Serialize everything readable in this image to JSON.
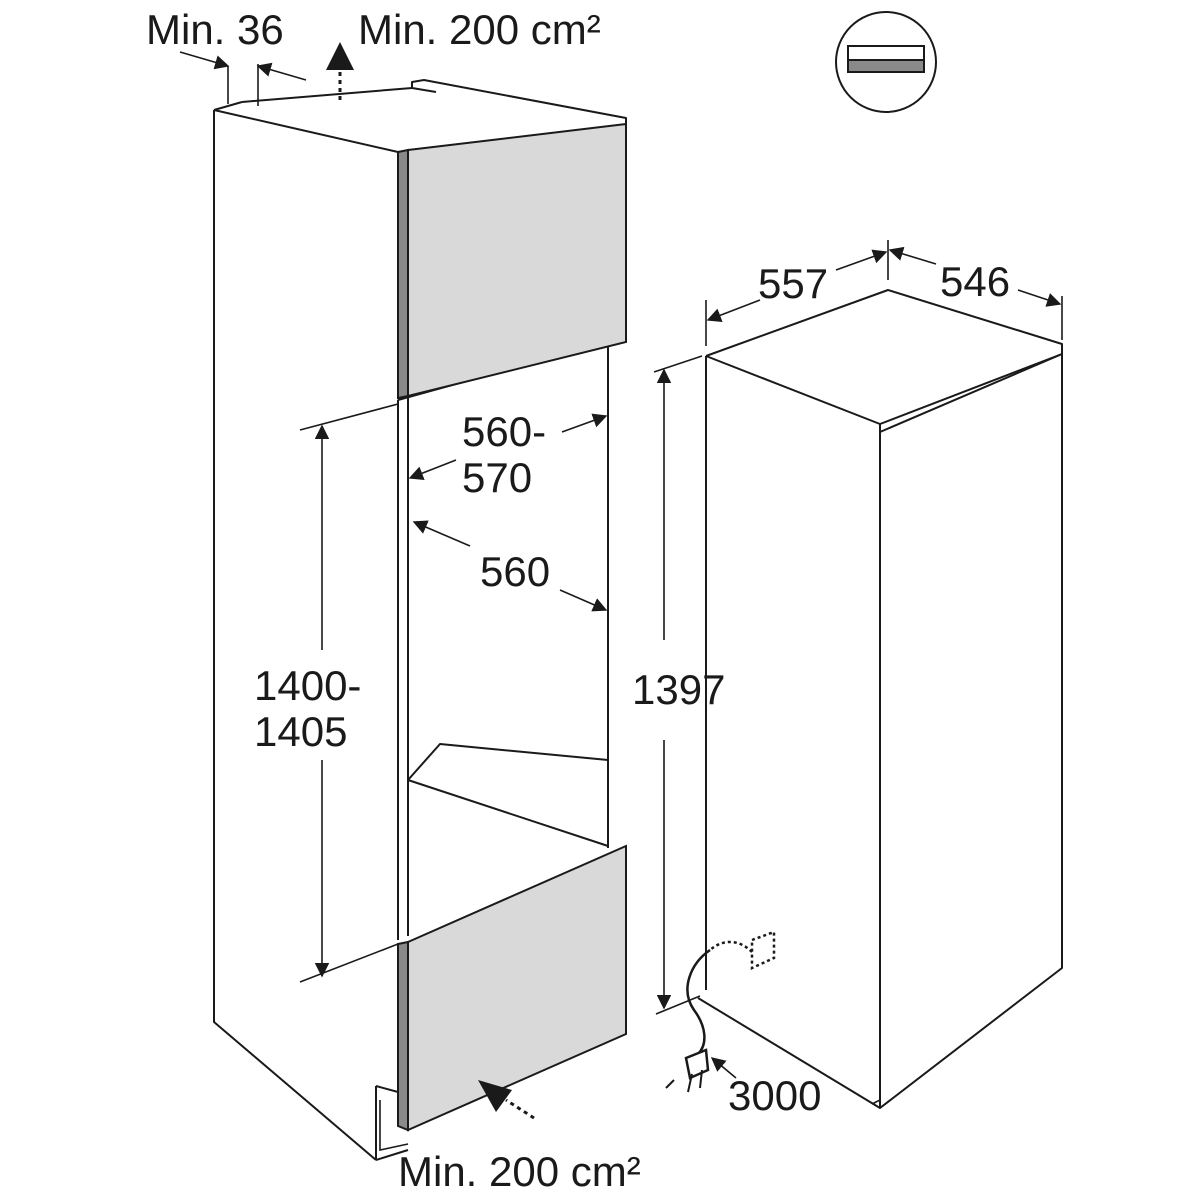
{
  "labels": {
    "top_min_gap": "Min. 36",
    "top_ventilation": "Min. 200 cm²",
    "bottom_ventilation": "Min. 200 cm²",
    "niche_width_1_line1": "560-",
    "niche_width_1_line2": "570",
    "niche_width_2": "560",
    "niche_height_line1": "1400-",
    "niche_height_line2": "1405",
    "appliance_height": "1397",
    "appliance_width": "557",
    "appliance_depth": "546",
    "cable_length": "3000"
  },
  "icons": {
    "ventilation_badge": "flush-installation-icon",
    "plug": "power-plug-icon"
  },
  "colors": {
    "line": "#1a1a1a",
    "panel_fill": "#d9d9d9",
    "panel_edge": "#8a8a8a"
  }
}
